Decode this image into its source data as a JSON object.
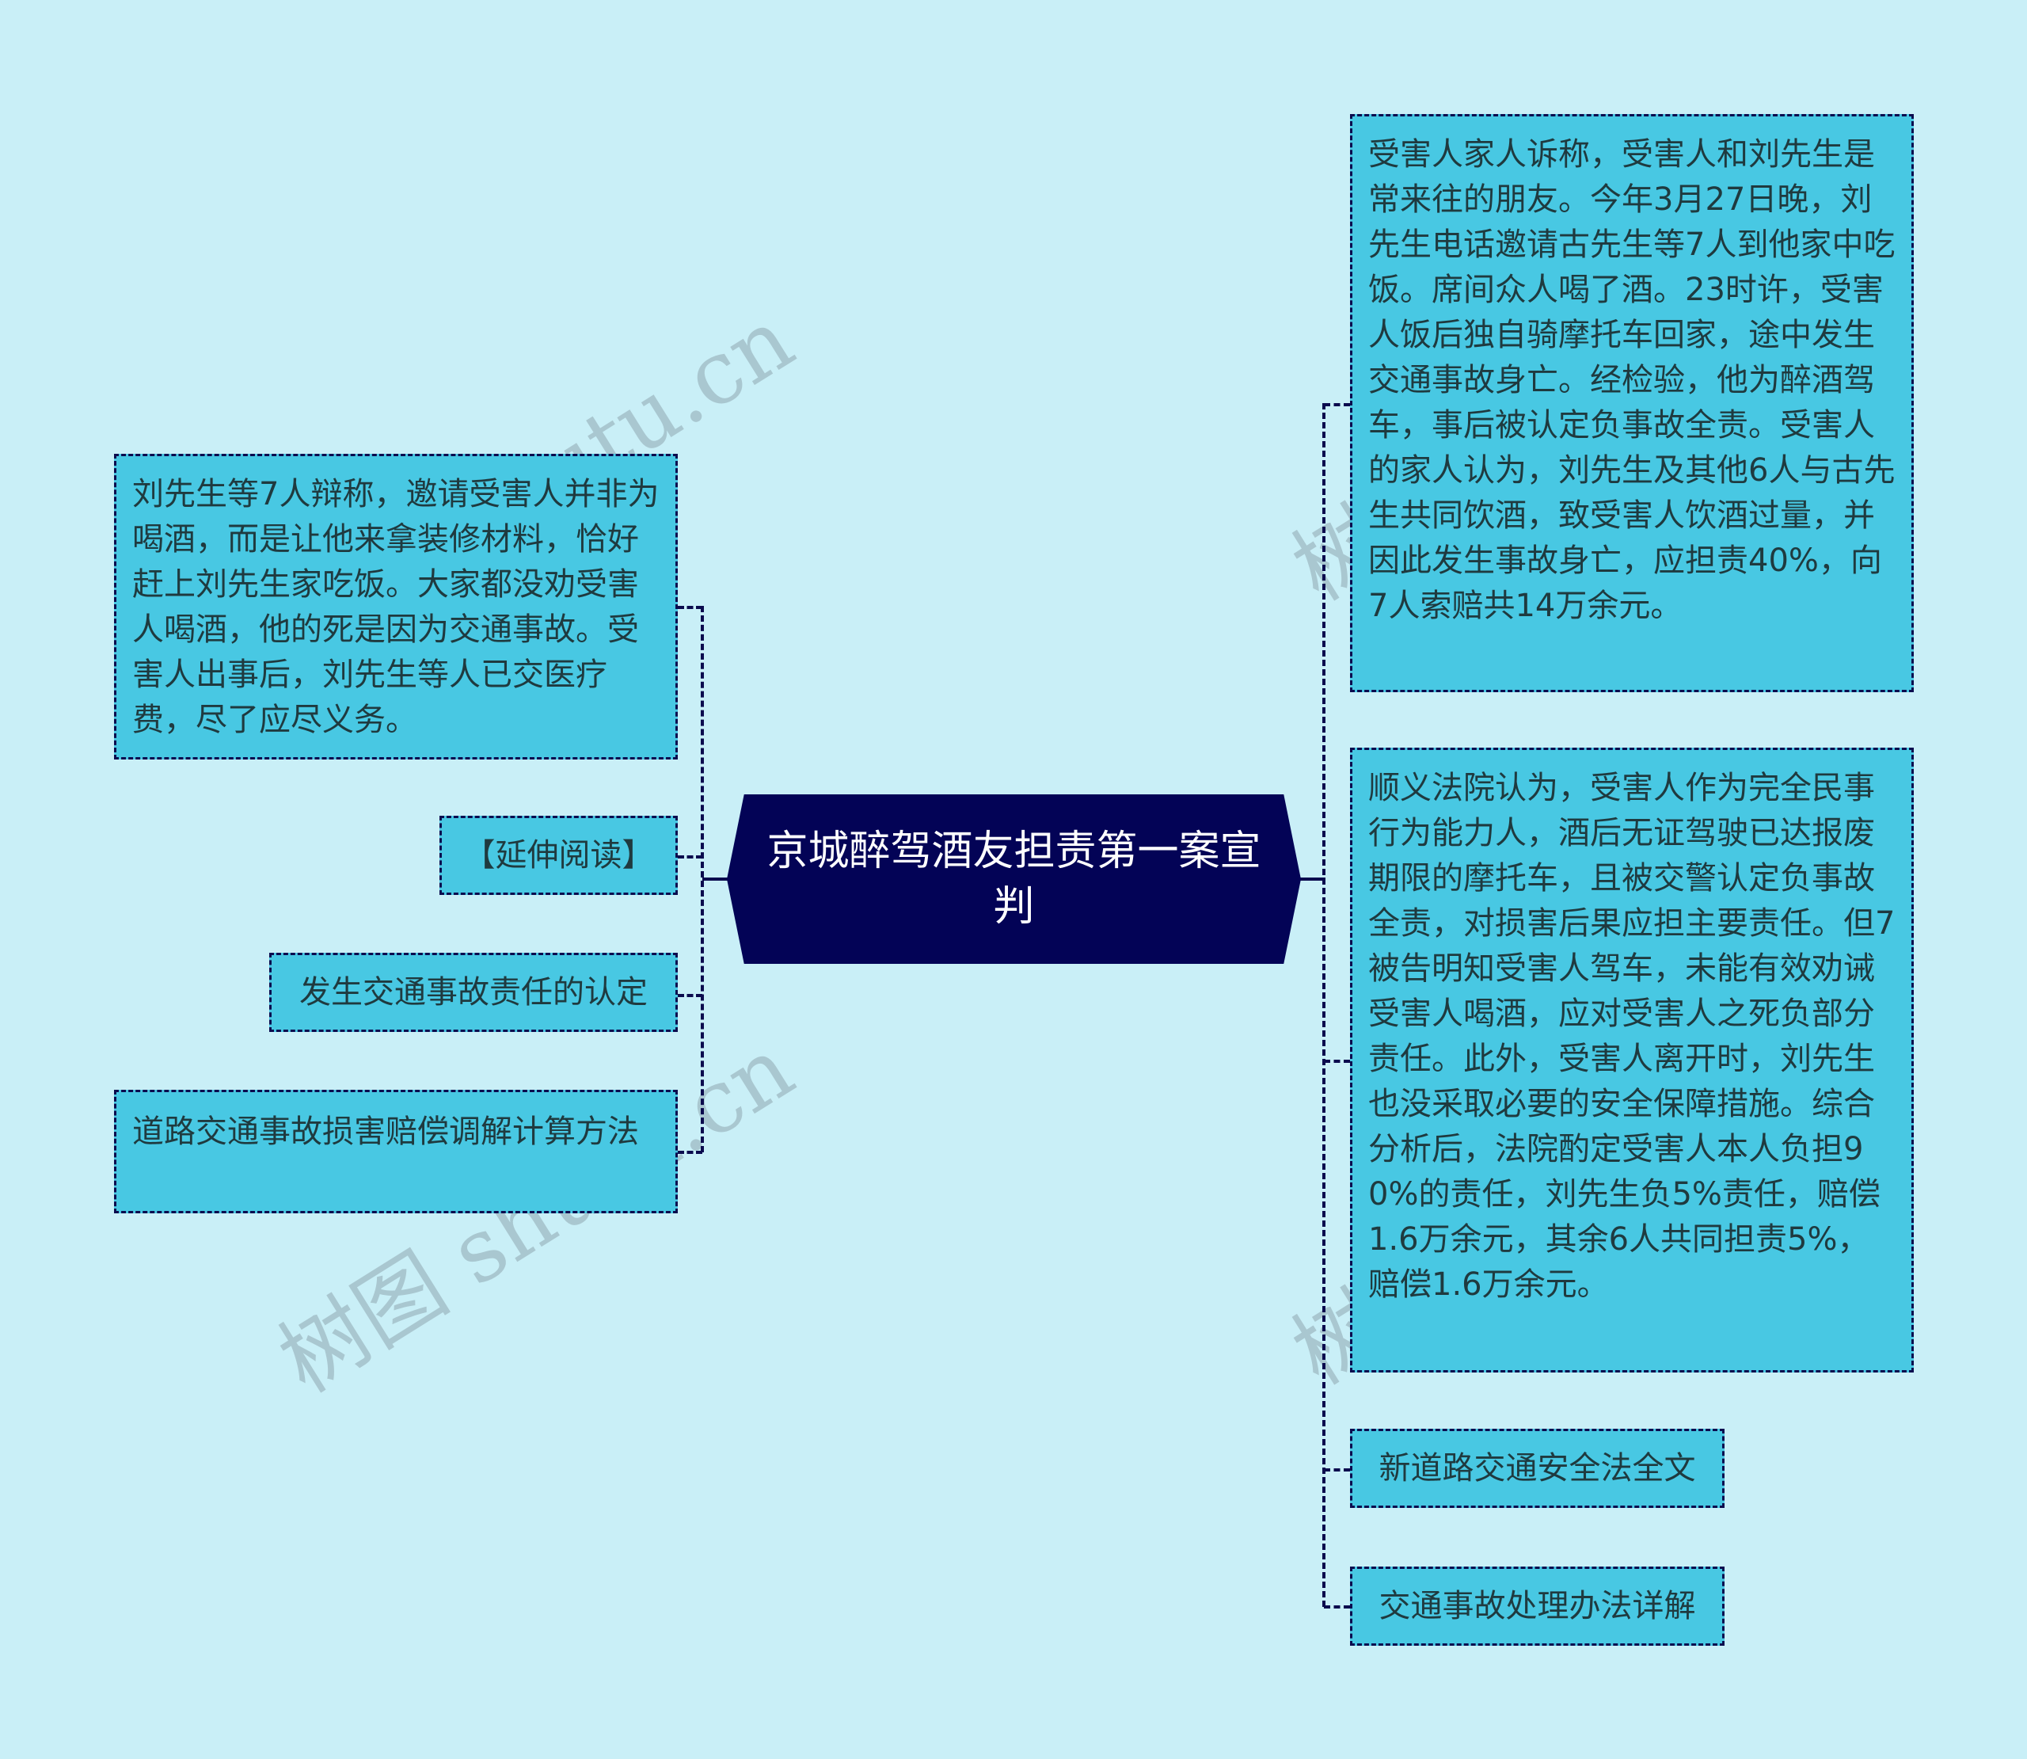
{
  "mindmap": {
    "center": {
      "title": "京城醉驾酒友担责第一案宣判"
    },
    "left": [
      {
        "text": "刘先生等7人辩称，邀请受害人并非为喝酒，而是让他来拿装修材料，恰好赶上刘先生家吃饭。大家都没劝受害人喝酒，他的死是因为交通事故。受害人出事后，刘先生等人已交医疗费，尽了应尽义务。"
      },
      {
        "text": "【延伸阅读】"
      },
      {
        "text": "发生交通事故责任的认定"
      },
      {
        "text": "道路交通事故损害赔偿调解计算方法"
      }
    ],
    "right": [
      {
        "text": "受害人家人诉称，受害人和刘先生是常来往的朋友。今年3月27日晚，刘先生电话邀请古先生等7人到他家中吃饭。席间众人喝了酒。23时许，受害人饭后独自骑摩托车回家，途中发生交通事故身亡。经检验，他为醉酒驾车，事后被认定负事故全责。受害人的家人认为，刘先生及其他6人与古先生共同饮酒，致受害人饮酒过量，并因此发生事故身亡，应担责40%，向7人索赔共14万余元。"
      },
      {
        "text": "顺义法院认为，受害人作为完全民事行为能力人，酒后无证驾驶已达报废期限的摩托车，且被交警认定负事故全责，对损害后果应担主要责任。但7被告明知受害人驾车，未能有效劝诫受害人喝酒，应对受害人之死负部分责任。此外，受害人离开时，刘先生也没采取必要的安全保障措施。综合分析后，法院酌定受害人本人负担90%的责任，刘先生负5%责任，赔偿1.6万余元，其余6人共同担责5%，赔偿1.6万余元。"
      },
      {
        "text": "新道路交通安全法全文"
      },
      {
        "text": "交通事故处理办法详解"
      }
    ]
  },
  "watermark": {
    "text": "树图 shutu.cn"
  },
  "colors": {
    "background": "#c9eff7",
    "node_fill": "#48c8e3",
    "node_border": "#0b0b4e",
    "center_fill": "#030356",
    "center_text": "#ffffff",
    "node_text": "#1f3a3f"
  }
}
